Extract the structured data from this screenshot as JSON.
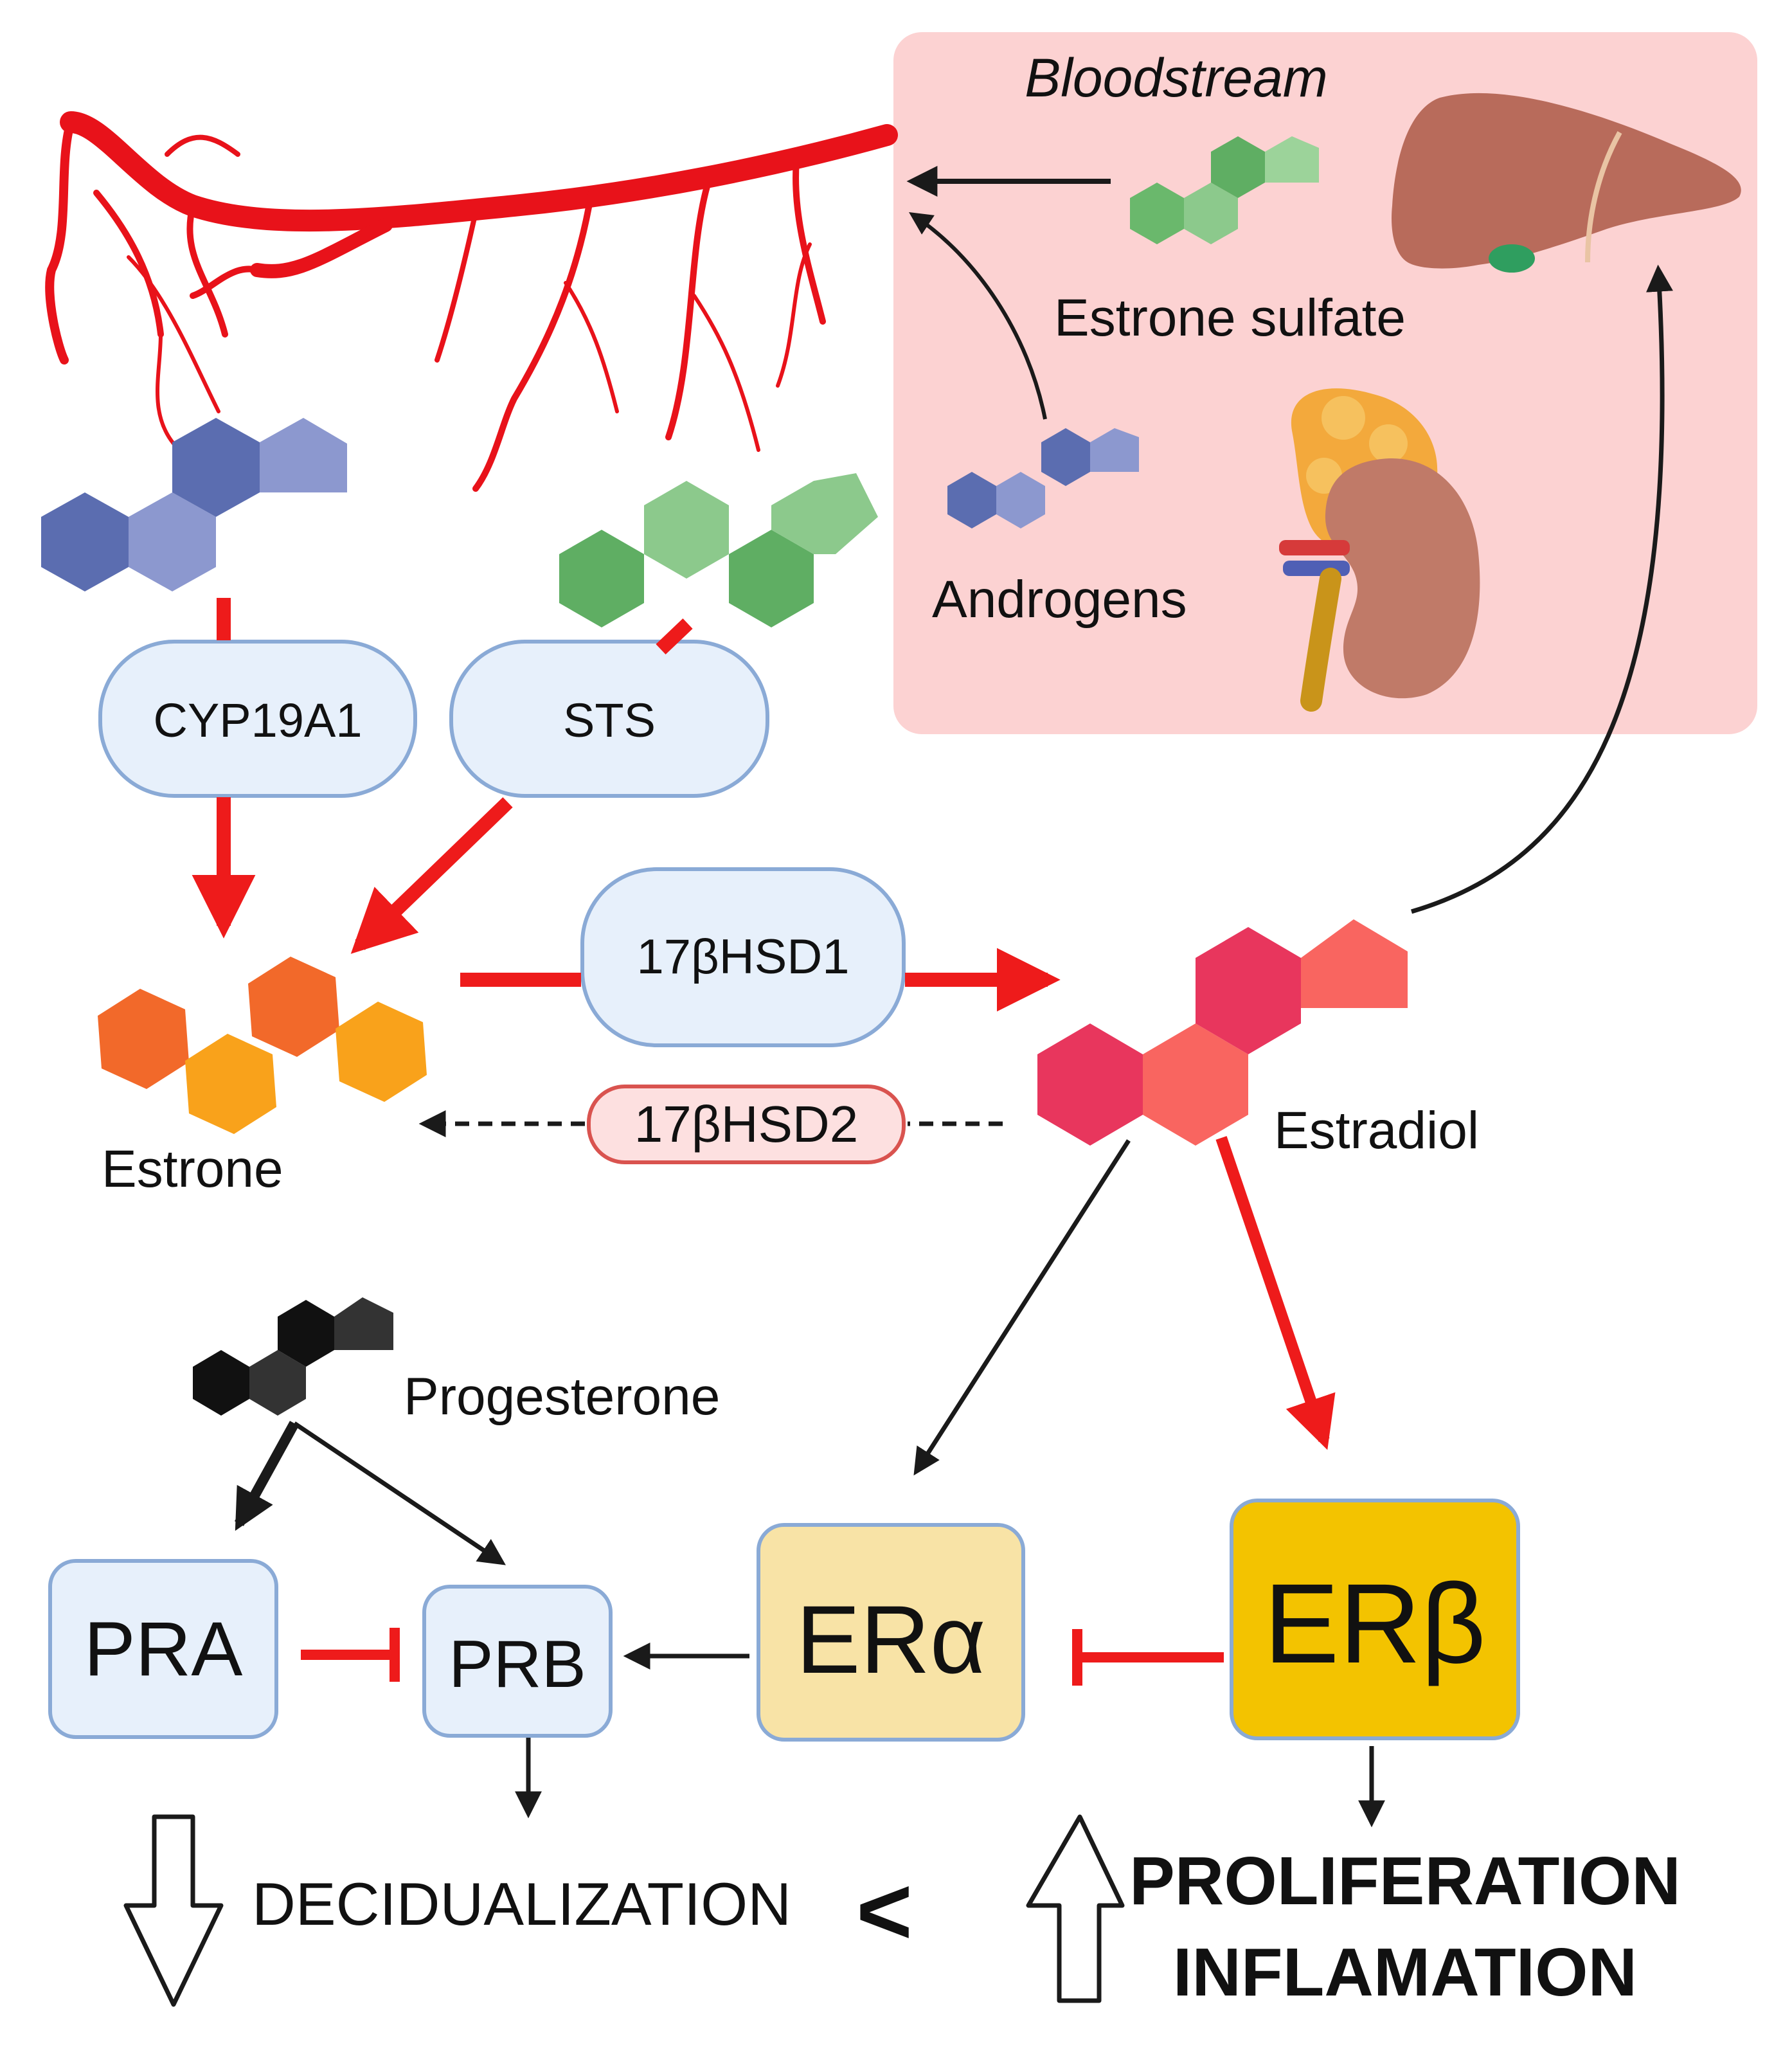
{
  "bloodstream": {
    "title": "Bloodstream",
    "estrone_sulfate_label": "Estrone sulfate",
    "androgens_label": "Androgens"
  },
  "enzymes": {
    "cyp19a1": "CYP19A1",
    "sts": "STS",
    "hsd1": "17βHSD1",
    "hsd2": "17βHSD2"
  },
  "molecules": {
    "estrone": "Estrone",
    "estradiol": "Estradiol",
    "progesterone": "Progesterone"
  },
  "receptors": {
    "pra": "PRA",
    "prb": "PRB",
    "era": "ERα",
    "erb": "ERβ"
  },
  "outcomes": {
    "decidualization": "DECIDUALIZATION",
    "comparison": "<",
    "proliferation": "PROLIFERATION",
    "inflammation": "INFLAMATION"
  },
  "colors": {
    "blood_vessel": "#e8121a",
    "bloodstream_bg": "#fcd2d2",
    "enzyme_fill": "#e7f0fb",
    "enzyme_border": "#8aaad6",
    "hsd2_fill": "#fde0e0",
    "hsd2_border": "#d9534f",
    "era_fill": "#f8e3a6",
    "erb_fill": "#f3c300",
    "estrone_dark": "#f2692a",
    "estrone_light": "#f9a21b",
    "estradiol_dark": "#e8365d",
    "estradiol_light": "#f96560",
    "androgen_dark": "#5b6db0",
    "androgen_light": "#8c98cf",
    "sulfate_dark": "#5fae63",
    "sulfate_light": "#8cc98c",
    "progesterone_dark": "#111111",
    "progesterone_light": "#333333",
    "red_arrow": "#ee1b1b",
    "black_arrow": "#1a1a1a",
    "liver": "#b86b5b",
    "kidney": "#c07a68",
    "adrenal": "#f3a93c"
  }
}
